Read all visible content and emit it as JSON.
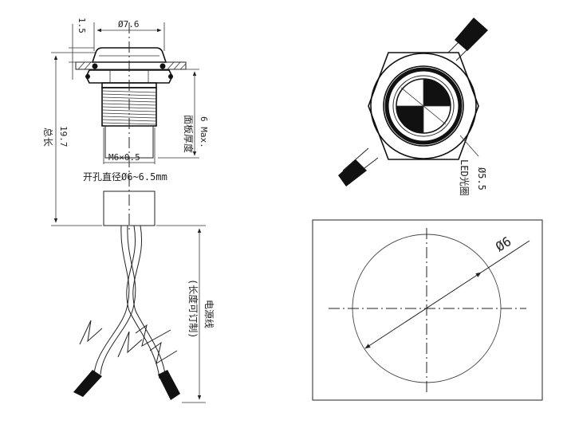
{
  "labels": {
    "diameter_top": "Ø7.6",
    "thickness_top": "1.5",
    "total_length_value": "19.7",
    "total_length_text": "总长",
    "panel_max": "6 Max.",
    "panel_text": "面板厚度",
    "thread": "M6×0.5",
    "hole": "开孔直径Ø6~6.5mm",
    "cable_text": "电源线",
    "cable_note": "(长度可订制)",
    "led_ring_value": "Ø5.5",
    "led_ring_text": "LED光圈",
    "cutout_diameter": "Ø6"
  }
}
